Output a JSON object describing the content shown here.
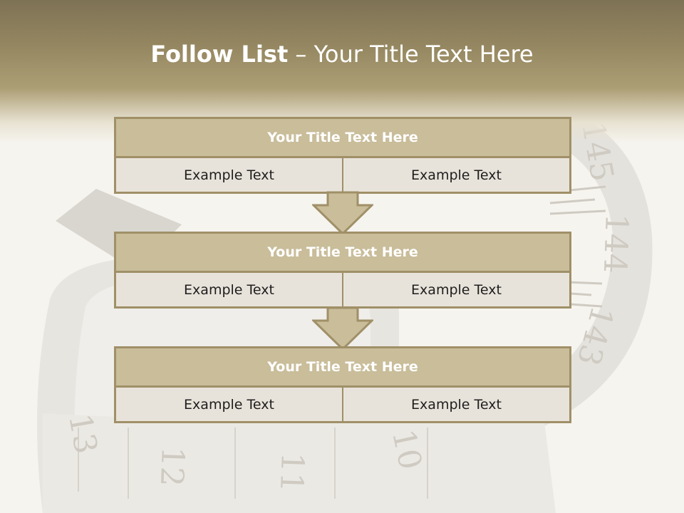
{
  "slide": {
    "title_bold": "Follow List",
    "title_rest": " – Your Title Text Here"
  },
  "blocks": [
    {
      "title": "Your Title Text Here",
      "cells": [
        "Example Text",
        "Example Text"
      ]
    },
    {
      "title": "Your Title Text Here",
      "cells": [
        "Example Text",
        "Example Text"
      ]
    },
    {
      "title": "Your Title Text Here",
      "cells": [
        "Example Text",
        "Example Text"
      ]
    }
  ],
  "background": {
    "tape_numbers": [
      "145",
      "144",
      "143",
      "13",
      "12",
      "11",
      "10"
    ]
  },
  "colors": {
    "header": "#93855f",
    "block_title_fill": "#c9bd9a",
    "block_border": "#a09068",
    "cell_fill": "#e8e3da",
    "arrow_fill": "#c9bd9a"
  }
}
